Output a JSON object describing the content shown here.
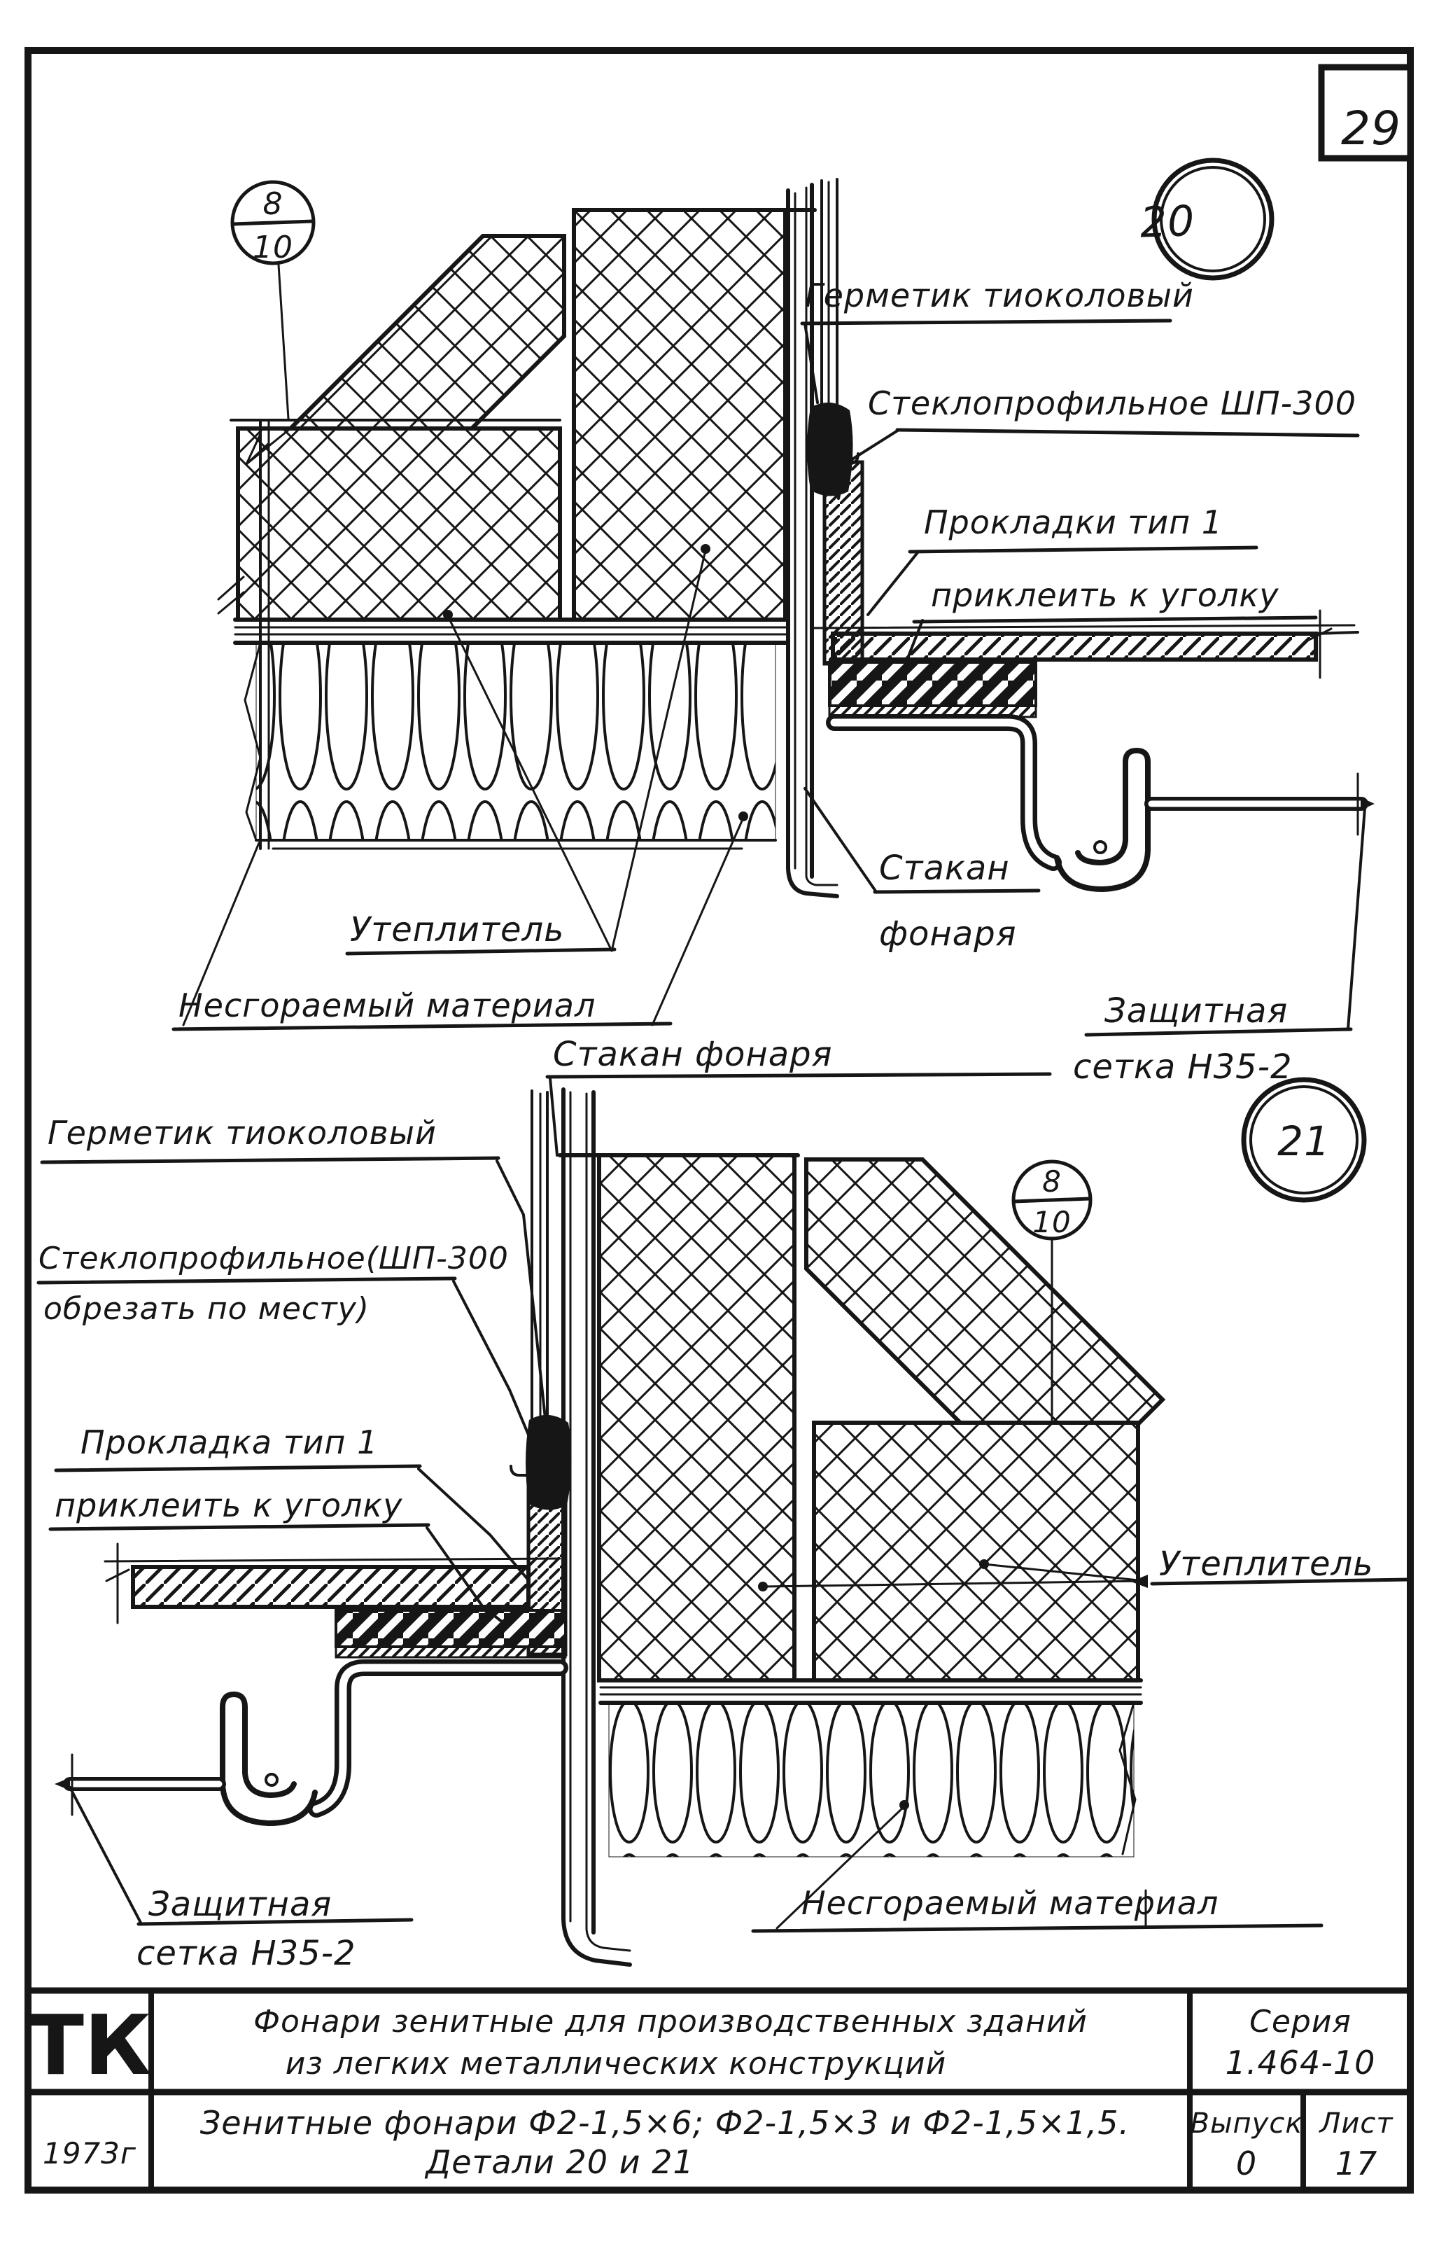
{
  "page": {
    "number": "29"
  },
  "detail20": {
    "number": "20",
    "scale_top": "8",
    "scale_bottom": "10",
    "labels": {
      "sealant": "Герметик тиоколовый",
      "glass": "Стеклопрофильное ШП-300",
      "gasket1": "Прокладки тип 1",
      "gasket2": "приклеить к уголку",
      "cup1": "Стакан",
      "cup2": "фонаря",
      "insulation": "Утеплитель",
      "fireproof": "Несгораемый материал",
      "mesh1": "Защитная",
      "mesh2": "сетка Н35-2"
    }
  },
  "detail21": {
    "number": "21",
    "scale_top": "8",
    "scale_bottom": "10",
    "labels": {
      "cup": "Стакан фонаря",
      "sealant": "Герметик тиоколовый",
      "glass1": "Стеклопрофильное(ШП-300",
      "glass2": "обрезать по месту)",
      "gasket1": "Прокладка тип 1",
      "gasket2": "приклеить к уголку",
      "insulation": "Утеплитель",
      "fireproof": "Несгораемый материал",
      "mesh1": "Защитная",
      "mesh2": "сетка Н35-2"
    }
  },
  "title_block": {
    "org": "ТК",
    "year": "1973г",
    "title1": "Фонари зенитные для производственных зданий",
    "title2": "из легких металлических конструкций",
    "subtitle1": "Зенитные фонари Ф2-1,5×6; Ф2-1,5×3 и Ф2-1,5×1,5.",
    "subtitle2": "Детали 20 и 21",
    "series_label": "Серия",
    "series_value": "1.464-10",
    "issue_label": "Выпуск",
    "issue_value": "0",
    "sheet_label": "Лист",
    "sheet_value": "17"
  },
  "colors": {
    "ink": "#161616",
    "paper": "#ffffff"
  }
}
